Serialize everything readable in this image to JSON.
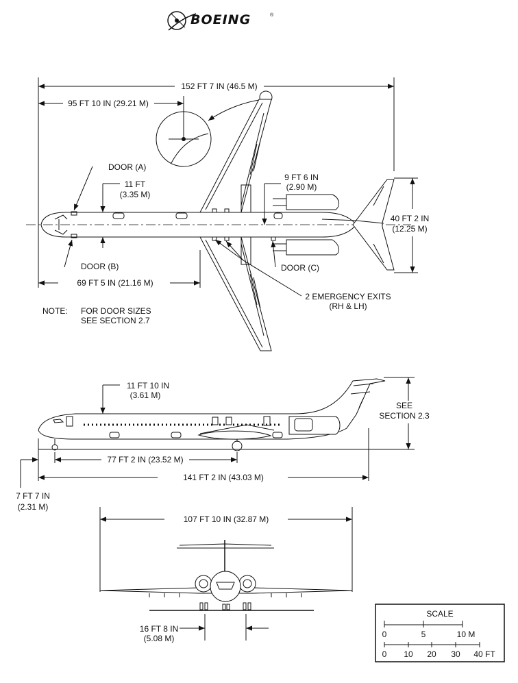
{
  "brand": {
    "name": "BOEING",
    "mark": "®"
  },
  "top_view": {
    "span": "152 FT 7 IN (46.5 M)",
    "nose_to_wing_ref": "95 FT 10 IN (29.21 M)",
    "door_a": "DOOR (A)",
    "cabin_width_ft": "11 FT",
    "cabin_width_m": "(3.35 M)",
    "door_b": "DOOR (B)",
    "nose_to_wing_root": "69 FT 5 IN (21.16 M)",
    "engine_spacing_ft": "9 FT 6 IN",
    "engine_spacing_m": "(2.90 M)",
    "tail_span_ft": "40 FT 2 IN",
    "tail_span_m": "(12.25 M)",
    "door_c": "DOOR (C)",
    "emergency_exits": "2 EMERGENCY EXITS",
    "emergency_exits_note": "(RH & LH)",
    "note_label": "NOTE:",
    "note_line1": "FOR DOOR SIZES",
    "note_line2": "SEE SECTION 2.7"
  },
  "side_view": {
    "fuselage_height_ft": "11 FT  10  IN",
    "fuselage_height_m": "(3.61 M)",
    "see": "SEE",
    "section": "SECTION 2.3",
    "wheelbase": "77 FT 2 IN (23.52 M)",
    "overall_length": "141 FT 2 IN (43.03 M)",
    "nose_gear_offset_ft": "7 FT 7 IN",
    "nose_gear_offset_m": "(2.31 M)"
  },
  "front_view": {
    "wingspan": "107 FT 10 IN (32.87 M)",
    "gear_track_ft": "16 FT 8 IN",
    "gear_track_m": "(5.08 M)"
  },
  "scale": {
    "title": "SCALE",
    "meters": [
      "0",
      "5",
      "10 M"
    ],
    "feet": [
      "0",
      "10",
      "20",
      "30",
      "40 FT"
    ]
  }
}
